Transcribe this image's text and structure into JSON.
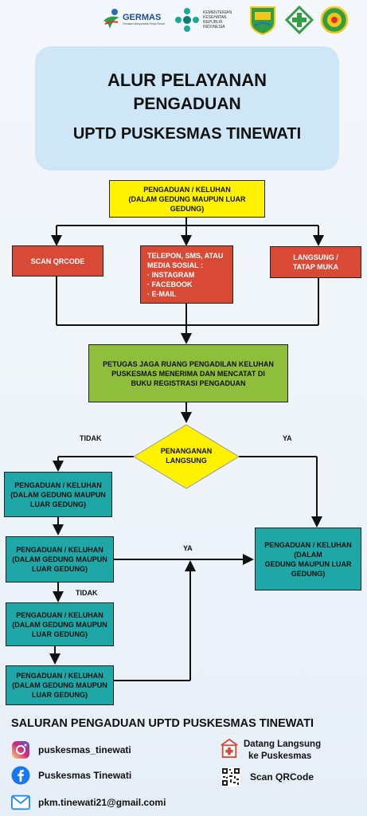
{
  "logos": {
    "germas": "GERMAS",
    "germas_sub": "Gerakan Masyarakat Hidup Sehat",
    "kemenkes": [
      "KEMENTERIAN",
      "KESEHATAN",
      "REPUBLIK",
      "INDONESIA"
    ]
  },
  "title": {
    "line1": "ALUR PELAYANAN",
    "line2": "PENGADUAN",
    "line3": "UPTD PUSKESMAS TINEWATI"
  },
  "flow": {
    "start": [
      "PENGADUAN / KELUHAN",
      "(DALAM GEDUNG MAUPUN LUAR",
      "GEDUNG)"
    ],
    "scan": "SCAN QRCODE",
    "media": [
      "TELEPON, SMS, ATAU",
      "MEDIA SOSIAL :",
      "· INSTAGRAM",
      "· FACEBOOK",
      "· E-MAIL"
    ],
    "langsung": [
      "LANGSUNG /",
      "TATAP MUKA"
    ],
    "petugas": [
      "PETUGAS JAGA RUANG PENGADILAN KELUHAN",
      "PUSKESMAS MENERIMA DAN MENCATAT DI",
      "BUKU REGISTRASI PENGADUAN"
    ],
    "decision": [
      "PENANGANAN",
      "LANGSUNG"
    ],
    "tidak1": "TIDAK",
    "ya1": "YA",
    "left1": [
      "PENGADUAN / KELUHAN",
      "(DALAM GEDUNG MAUPUN",
      "LUAR GEDUNG)"
    ],
    "left2": [
      "PENGADUAN / KELUHAN",
      "(DALAM GEDUNG MAUPUN",
      "LUAR GEDUNG)"
    ],
    "ya2": "YA",
    "tidak2": "TIDAK",
    "left3": [
      "PENGADUAN / KELUHAN",
      "(DALAM GEDUNG MAUPUN",
      "LUAR GEDUNG)"
    ],
    "left4": [
      "PENGADUAN / KELUHAN",
      "(DALAM GEDUNG MAUPUN",
      "LUAR GEDUNG)"
    ],
    "right": [
      "PENGADUAN / KELUHAN",
      "(DALAM",
      "GEDUNG MAUPUN LUAR",
      "GEDUNG)"
    ]
  },
  "footer": {
    "title": "SALURAN PENGADUAN UPTD PUSKESMAS TINEWATI",
    "instagram": "puskesmas_tinewati",
    "facebook": "Puskesmas Tinewati",
    "email": "pkm.tinewati21@gmail.comi",
    "datang": [
      "Datang Langsung",
      "ke Puskesmas"
    ],
    "scan": "Scan QRCode"
  },
  "colors": {
    "yellow": "#fff200",
    "red": "#d94a36",
    "green": "#8fbe3c",
    "teal": "#1fa6a6",
    "title_bg": "#cfe6f7"
  },
  "icons": [
    "instagram-icon",
    "facebook-icon",
    "email-icon",
    "hospital-icon",
    "qrcode-icon"
  ]
}
